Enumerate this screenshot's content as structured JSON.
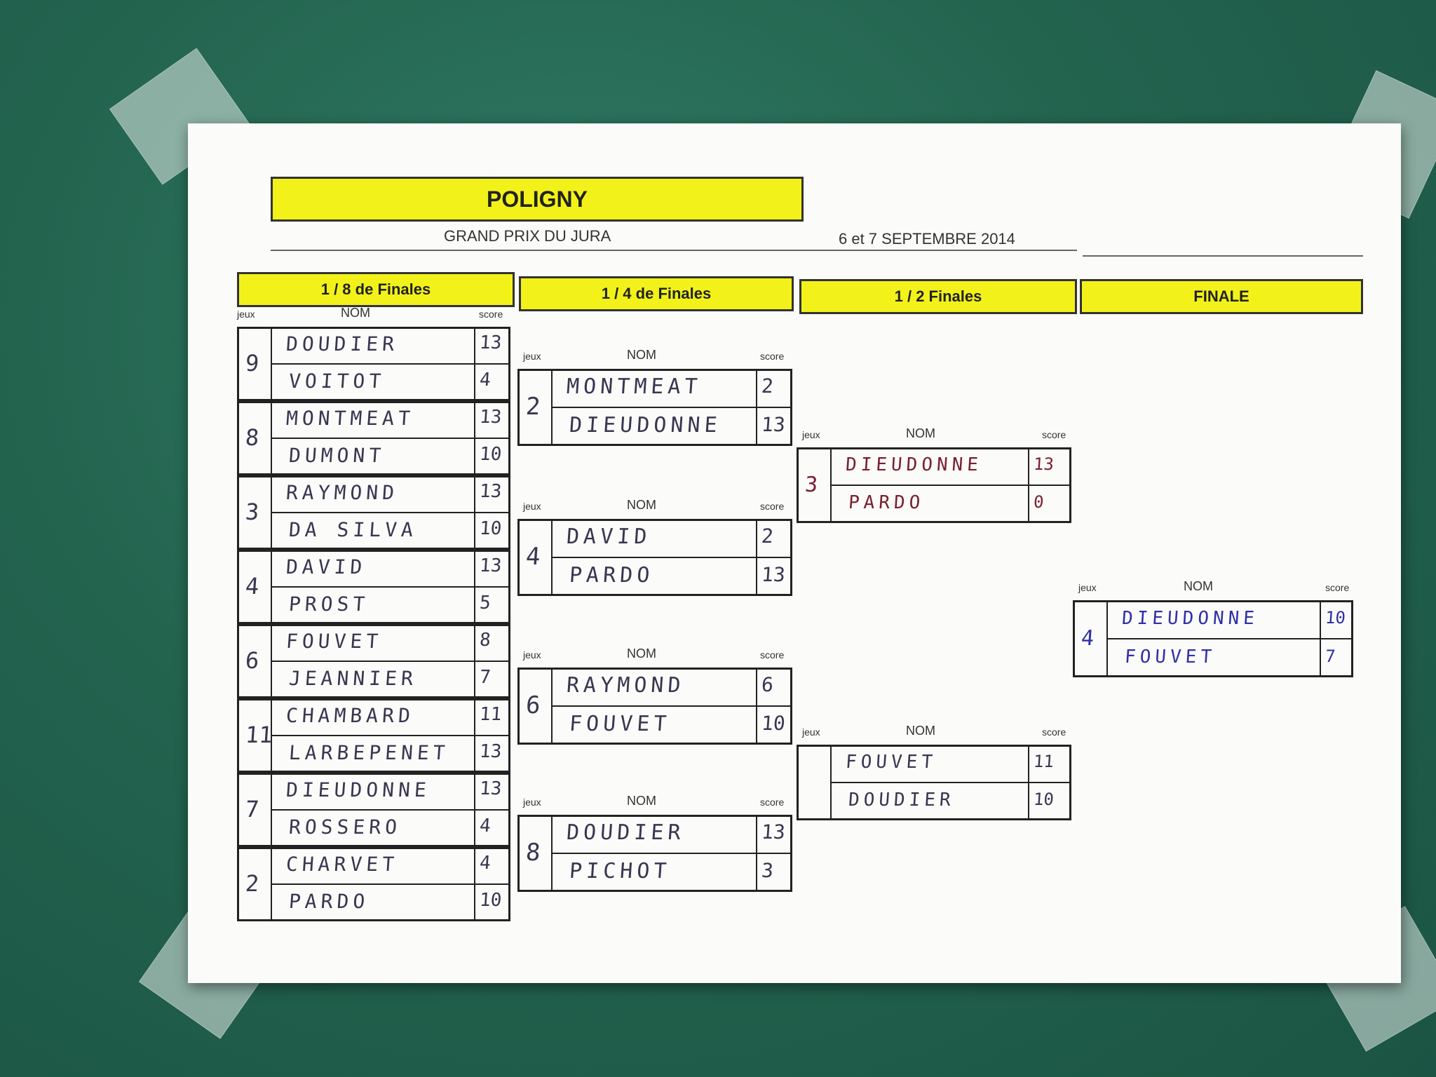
{
  "header": {
    "title": "POLIGNY",
    "subtitle": "GRAND PRIX DU JURA",
    "date": "6 et 7 SEPTEMBRE 2014"
  },
  "columns": {
    "huitiemes": "1 / 8 de Finales",
    "quarts": "1 / 4 de Finales",
    "demies": "1 / 2 Finales",
    "finale": "FINALE"
  },
  "labels": {
    "jeux": "jeux",
    "nom": "NOM",
    "score": "score"
  },
  "huitiemes": [
    {
      "jeux": "9",
      "p1": "DOUDIER",
      "s1": "13",
      "p2": "VOITOT",
      "s2": "4"
    },
    {
      "jeux": "8",
      "p1": "MONTMEAT",
      "s1": "13",
      "p2": "DUMONT",
      "s2": "10"
    },
    {
      "jeux": "3",
      "p1": "RAYMOND",
      "s1": "13",
      "p2": "DA SILVA",
      "s2": "10"
    },
    {
      "jeux": "4",
      "p1": "DAVID",
      "s1": "13",
      "p2": "PROST",
      "s2": "5"
    },
    {
      "jeux": "6",
      "p1": "FOUVET",
      "s1": "8",
      "p2": "JEANNIER",
      "s2": "7"
    },
    {
      "jeux": "11",
      "p1": "CHAMBARD",
      "s1": "11",
      "p2": "LARBEPENET",
      "s2": "13"
    },
    {
      "jeux": "7",
      "p1": "DIEUDONNE",
      "s1": "13",
      "p2": "ROSSERO",
      "s2": "4"
    },
    {
      "jeux": "2",
      "p1": "CHARVET",
      "s1": "4",
      "p2": "PARDO",
      "s2": "10"
    }
  ],
  "quarts": [
    {
      "jeux": "2",
      "p1": "MONTMEAT",
      "s1": "2",
      "p2": "DIEUDONNE",
      "s2": "13"
    },
    {
      "jeux": "4",
      "p1": "DAVID",
      "s1": "2",
      "p2": "PARDO",
      "s2": "13"
    },
    {
      "jeux": "6",
      "p1": "RAYMOND",
      "s1": "6",
      "p2": "FOUVET",
      "s2": "10"
    },
    {
      "jeux": "8",
      "p1": "DOUDIER",
      "s1": "13",
      "p2": "PICHOT",
      "s2": "3"
    }
  ],
  "demies": [
    {
      "jeux": "3",
      "p1": "DIEUDONNE",
      "s1": "13",
      "p2": "PARDO",
      "s2": "0"
    },
    {
      "jeux": "",
      "p1": "FOUVET",
      "s1": "11",
      "p2": "DOUDIER",
      "s2": "10"
    }
  ],
  "finale": {
    "jeux": "4",
    "p1": "DIEUDONNE",
    "s1": "10",
    "p2": "FOUVET",
    "s2": "7"
  }
}
